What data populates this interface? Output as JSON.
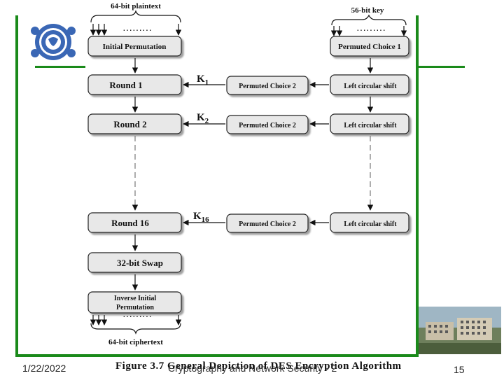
{
  "diagram": {
    "plaintext_label": "64-bit plaintext",
    "key_label": "56-bit key",
    "ciphertext_label": "64-bit ciphertext",
    "initial_permutation": "Initial Permutation",
    "permuted_choice_1": "Permuted Choice 1",
    "rounds": [
      {
        "label": "Round 1",
        "key": "K",
        "key_sub": "1",
        "pc2": "Permuted Choice 2",
        "shift": "Left circular shift"
      },
      {
        "label": "Round 2",
        "key": "K",
        "key_sub": "2",
        "pc2": "Permuted Choice 2",
        "shift": "Left circular shift"
      },
      {
        "label": "Round 16",
        "key": "K",
        "key_sub": "16",
        "pc2": "Permuted Choice 2",
        "shift": "Left circular shift"
      }
    ],
    "swap": "32-bit Swap",
    "inverse_line1": "Inverse Initial",
    "inverse_line2": "Permutation",
    "dots": "·········"
  },
  "footer": {
    "date": "1/22/2022",
    "figure_caption": "Figure 3.7 General Depiction of DES Encryption Algorithm",
    "center_text": "Cryptography and Network Security - 2",
    "page": "15"
  },
  "colors": {
    "frame": "#1a8a1a",
    "box_fill": "#e8e8e8",
    "box_stroke": "#222222"
  }
}
